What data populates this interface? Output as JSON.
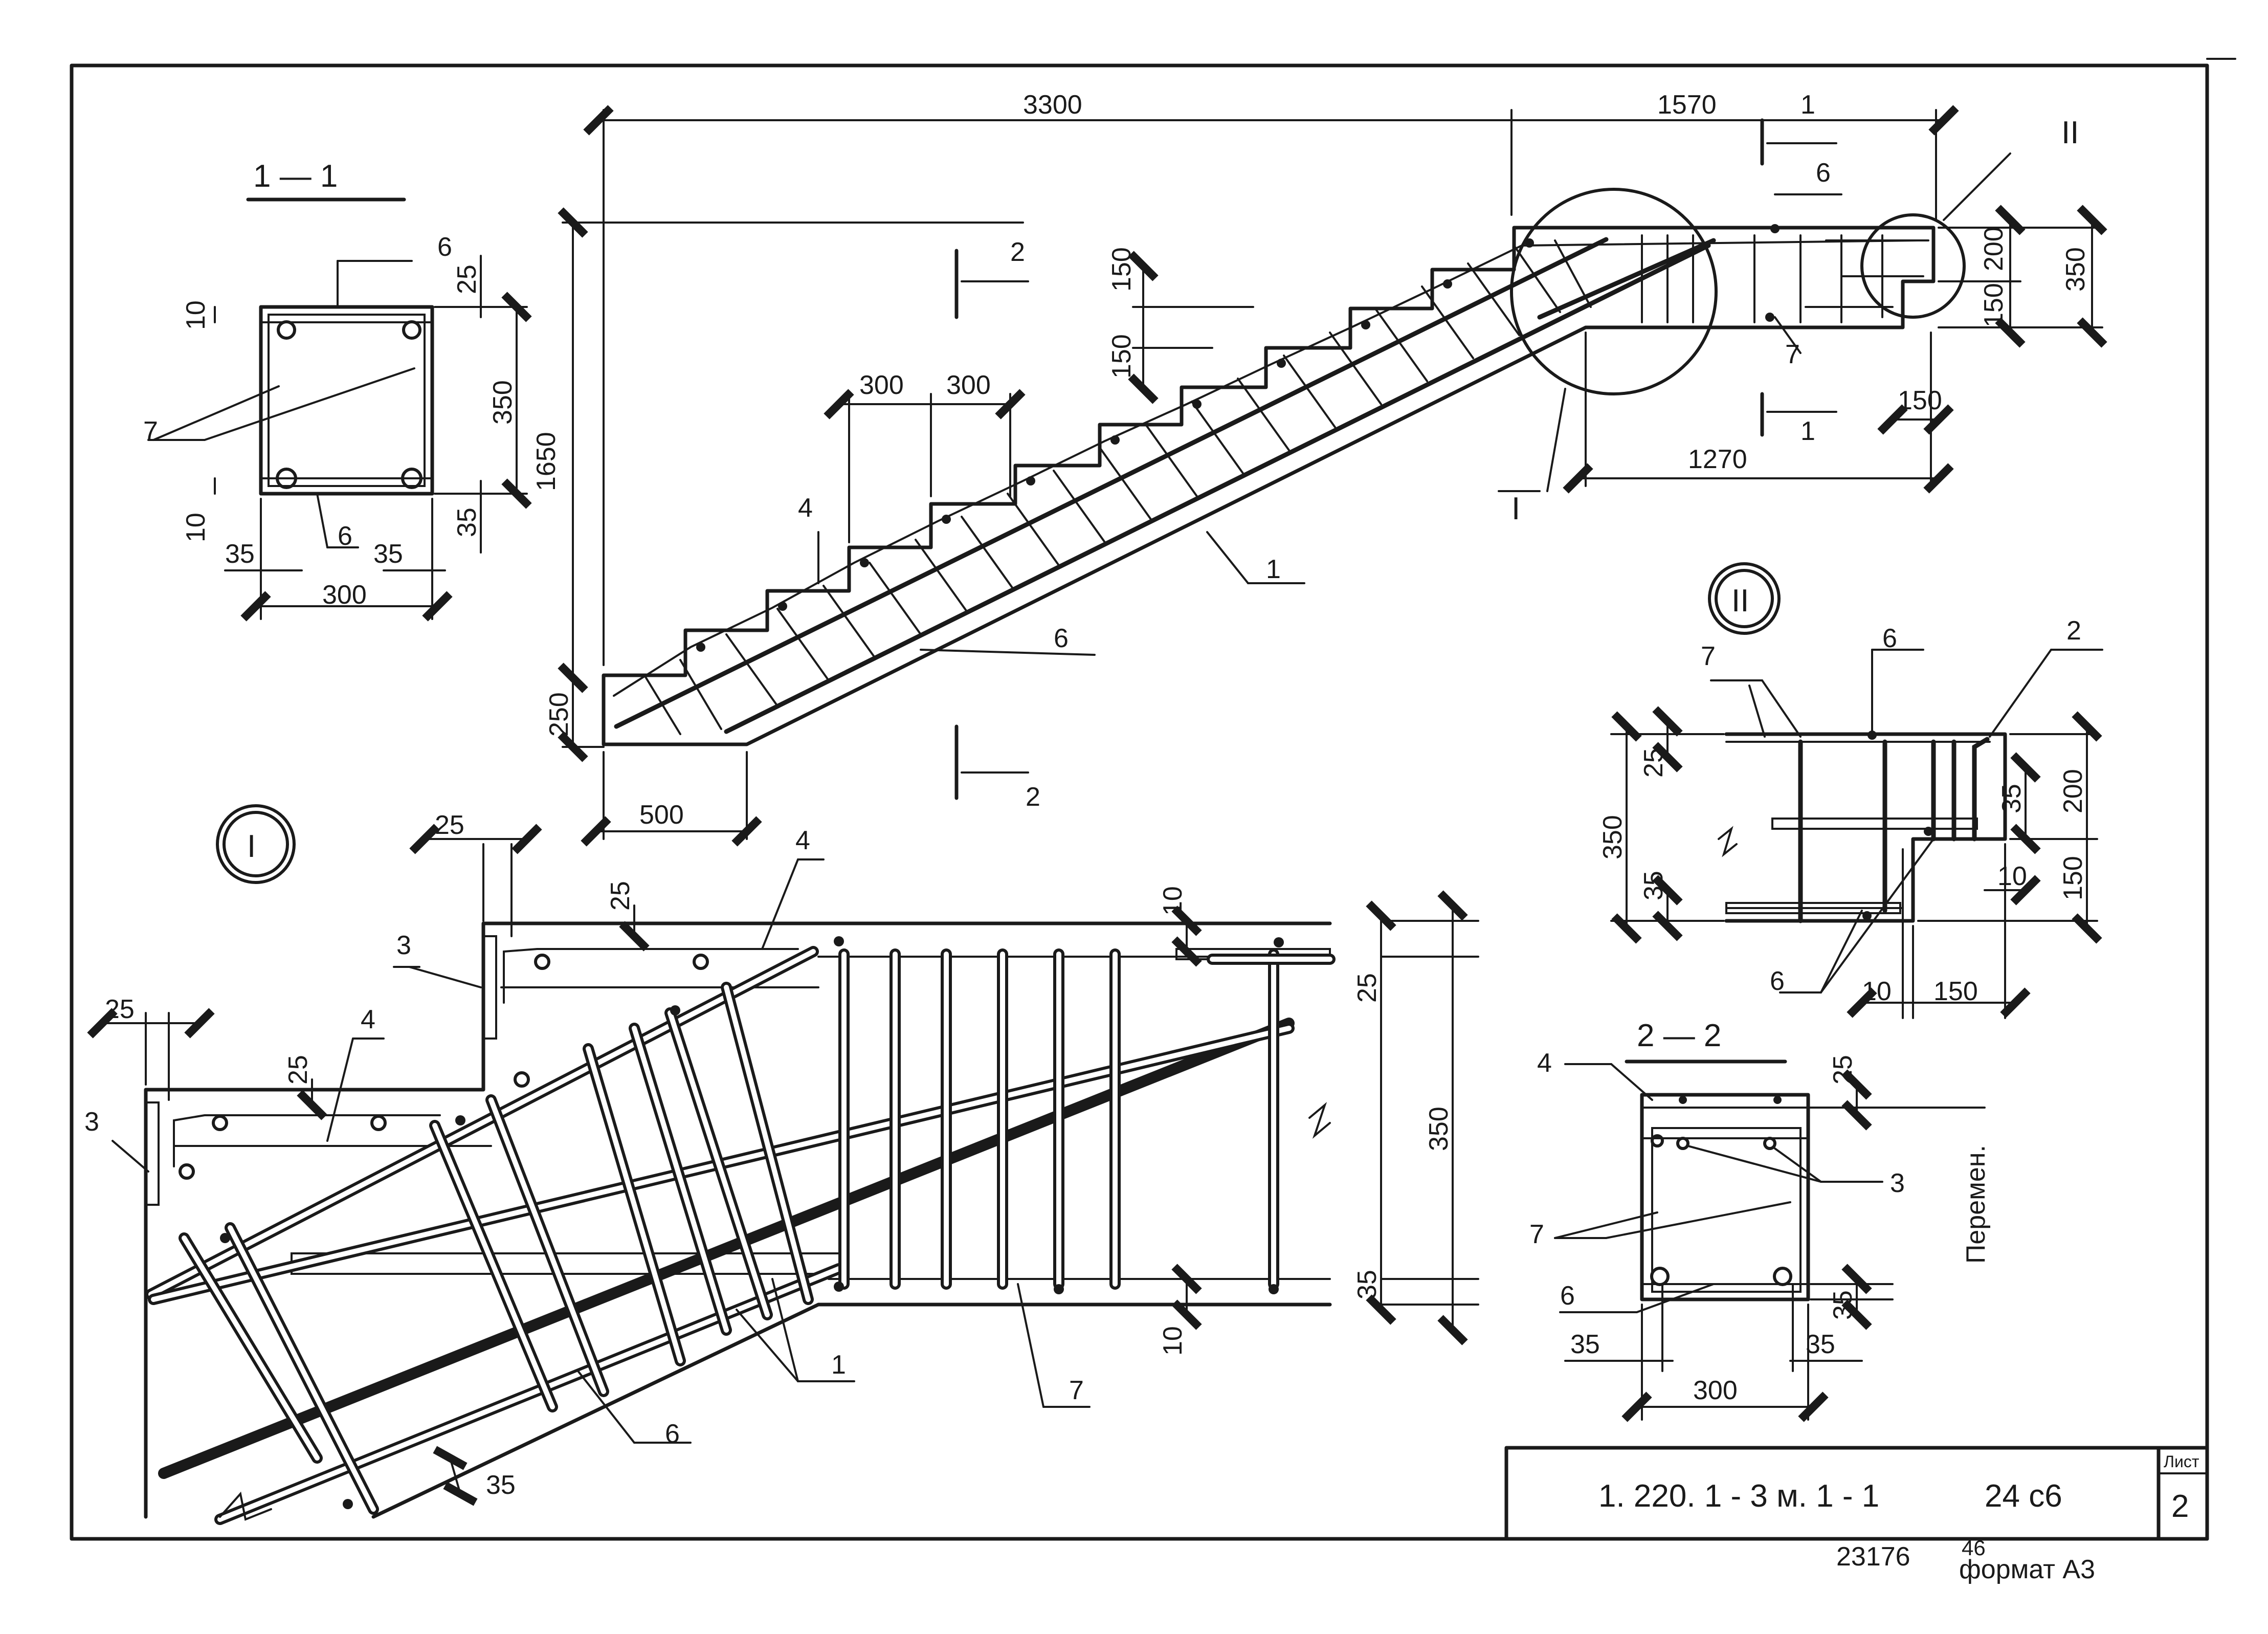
{
  "sheet": {
    "designation": "1. 220. 1 - 3 м. 1 - 1",
    "code": "24 с6",
    "sheet_label": "Лист",
    "sheet_number": "2",
    "inventory": "23176",
    "inventory_suffix": "46",
    "format": "формат А3"
  },
  "main_view": {
    "dims": {
      "total_length": "3300",
      "landing": "1570",
      "height": "1650",
      "bottom_height": "250",
      "bottom_length": "500",
      "tread1": "300",
      "tread2": "300",
      "step_h1": "150",
      "step_h2": "150",
      "landing_bottom": "1270",
      "landing_150": "150",
      "landing_h": "350",
      "landing_200": "200",
      "landing_150b": "150"
    },
    "labels": {
      "pos1": "1",
      "pos6a": "6",
      "pos4": "4",
      "pos6b": "6",
      "pos7": "7",
      "cut22_top": "2",
      "cut22_bot": "2",
      "cut11_top": "1",
      "cut11_bot": "1",
      "node1": "I",
      "node2": "II"
    }
  },
  "section_1_1": {
    "title": "1 — 1",
    "dims": {
      "w": "300",
      "h": "350",
      "c25": "25",
      "c35": "35",
      "c10a": "10",
      "c10b": "10",
      "l35": "35",
      "r35": "35"
    },
    "labels": {
      "pos6top": "6",
      "pos6bot": "6",
      "pos7": "7"
    }
  },
  "node_1": {
    "title": "I",
    "dims": {
      "d25a": "25",
      "d25b": "25",
      "d25c": "25",
      "d25d": "25",
      "d10a": "10",
      "d10b": "10",
      "d350": "350",
      "d25r": "25",
      "d35r": "35",
      "d35b": "35"
    },
    "labels": {
      "pos3a": "3",
      "pos3b": "3",
      "pos4a": "4",
      "pos4b": "4",
      "pos1": "1",
      "pos6": "6",
      "pos7": "7"
    }
  },
  "node_2": {
    "title": "II",
    "dims": {
      "d350": "350",
      "d25": "25",
      "d35l": "35",
      "d35r": "35",
      "d200": "200",
      "d10": "10",
      "d150v": "150",
      "d10b": "10",
      "d150h": "150"
    },
    "labels": {
      "pos7": "7",
      "pos6a": "6",
      "pos2": "2",
      "pos6b": "6"
    }
  },
  "section_2_2": {
    "title": "2 — 2",
    "dims": {
      "d25": "25",
      "d35": "35",
      "d35l": "35",
      "d35r": "35",
      "d300": "300"
    },
    "labels": {
      "pos4": "4",
      "pos3": "3",
      "pos7": "7",
      "pos6": "6",
      "variable": "Перемен."
    }
  }
}
